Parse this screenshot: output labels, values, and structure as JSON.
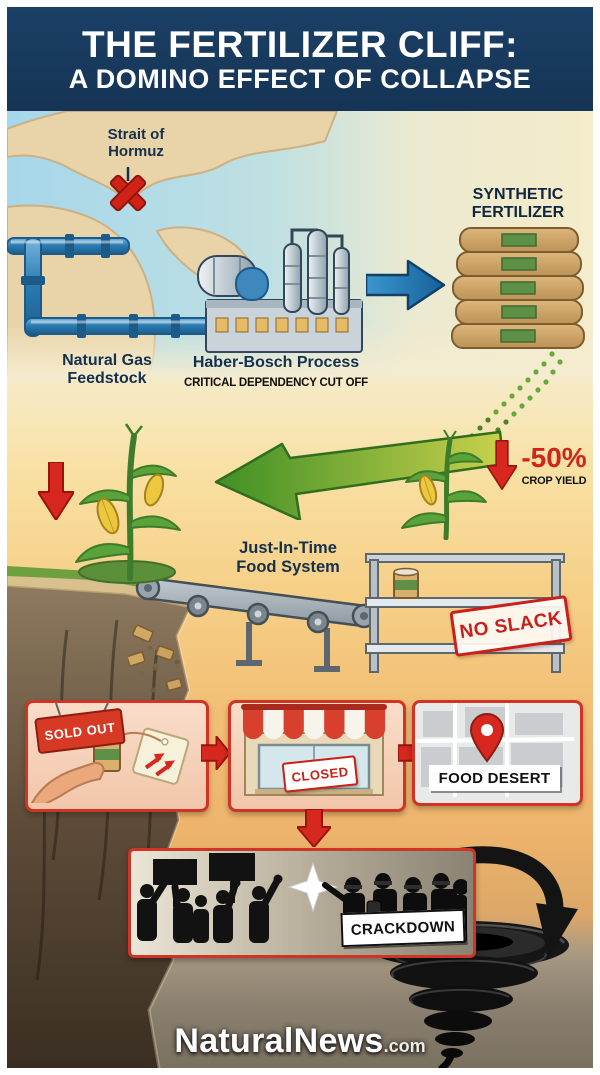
{
  "header": {
    "title_line1": "THE FERTILIZER CLIFF:",
    "title_line2": "A DOMINO EFFECT OF COLLAPSE"
  },
  "map": {
    "strait_line1": "Strait of",
    "strait_line2": "Hormuz"
  },
  "supply_chain": {
    "feedstock_line1": "Natural Gas",
    "feedstock_line2": "Feedstock",
    "process_label": "Haber-Bosch Process",
    "dependency_label": "CRITICAL DEPENDENCY CUT OFF",
    "fertilizer_line1": "SYNTHETIC",
    "fertilizer_line2": "FERTILIZER"
  },
  "crop_yield": {
    "percent": "-50%",
    "label": "CROP YIELD"
  },
  "food_system": {
    "label_line1": "Just-In-Time",
    "label_line2": "Food System",
    "stamp": "NO SLACK"
  },
  "collapse_panels": {
    "sold_out": "SOLD OUT",
    "closed": "CLOSED",
    "food_desert": "FOOD DESERT",
    "crackdown": "CRACKDOWN"
  },
  "footer": {
    "brand": "NaturalNews",
    "suffix": ".com"
  },
  "colors": {
    "accent_red": "#d6281e",
    "navy": "#14304d",
    "arrow_blue": "#1f7ab5",
    "arrow_green": "#4f9e2d",
    "fertilizer_tan": "#cfa863",
    "granule_green": "#69a83c"
  }
}
